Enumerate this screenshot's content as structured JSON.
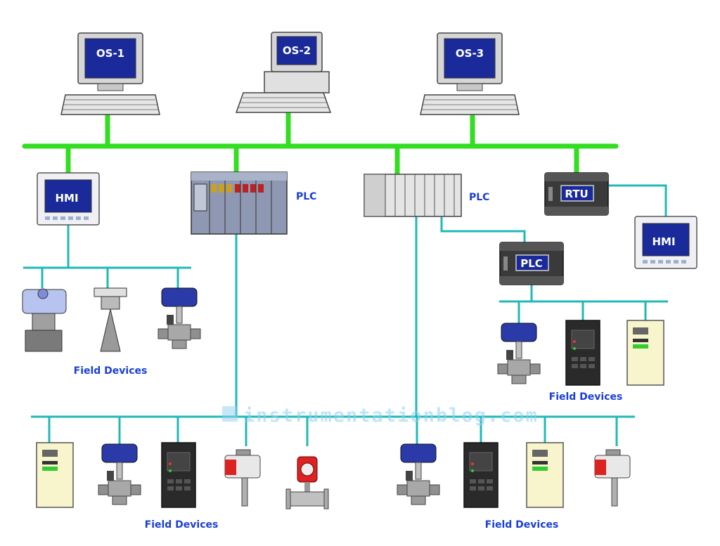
{
  "operator_stations": [
    {
      "label": "OS-1"
    },
    {
      "label": "OS-2"
    },
    {
      "label": "OS-3"
    }
  ],
  "controllers": {
    "hmi_left": "HMI",
    "plc_1": "PLC",
    "plc_2": "PLC",
    "rtu": "RTU",
    "hmi_right": "HMI",
    "plc_small": "PLC"
  },
  "group_labels": {
    "hmi_field_devices": "Field Devices",
    "plc_field_devices": "Field Devices",
    "bus_field_devices_left": "Field Devices",
    "bus_field_devices_right": "Field Devices"
  },
  "watermark": "instrumentationblog.com",
  "colors": {
    "control_network": "#33dd22",
    "field_network": "#22b8b8",
    "label_text": "#1a3fd6",
    "screen": "#1a2a9a"
  }
}
